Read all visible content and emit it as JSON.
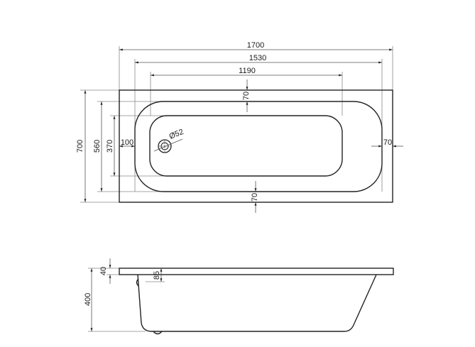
{
  "drawing": {
    "type": "bathtub technical drawing",
    "top_view": {
      "dimensions": {
        "overall_length": "1700",
        "rim_inner_length": "1530",
        "bottom_length": "1190",
        "overall_width": "700",
        "rim_inner_width": "560",
        "bottom_width": "370",
        "rim_top_edge": "70",
        "rim_bottom_edge": "70",
        "rim_right_edge": "70",
        "drain_offset": "100",
        "drain_diameter": "Ø52"
      }
    },
    "side_view": {
      "dimensions": {
        "total_height": "400",
        "rim_thickness": "40",
        "overflow_depth": "85"
      }
    }
  }
}
